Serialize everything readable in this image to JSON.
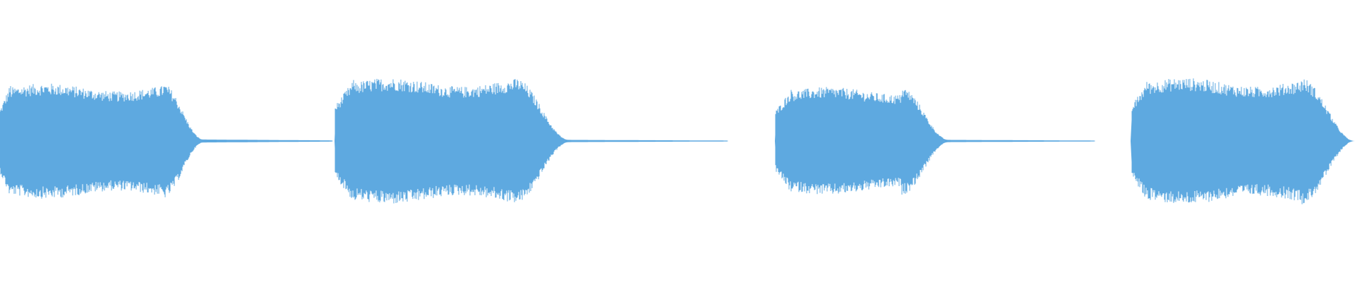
{
  "waveform": {
    "color": "#5ea9e0",
    "background": "#ffffff",
    "duration_fraction_note": null,
    "segments": [
      {
        "start": 0.0,
        "attack": 0.008,
        "sustain_end": 0.12,
        "release_end": 0.15,
        "tail_end": 0.245,
        "peak": 0.62,
        "tail": 0.02
      },
      {
        "start": 0.247,
        "attack": 0.262,
        "sustain_end": 0.38,
        "release_end": 0.42,
        "tail_end": 0.537,
        "peak": 0.68,
        "tail": 0.015
      },
      {
        "start": 0.572,
        "attack": 0.585,
        "sustain_end": 0.665,
        "release_end": 0.7,
        "tail_end": 0.808,
        "peak": 0.58,
        "tail": 0.015
      },
      {
        "start": 0.835,
        "attack": 0.848,
        "sustain_end": 0.96,
        "release_end": 1.0,
        "tail_end": 1.0,
        "peak": 0.68,
        "tail": 0.0
      }
    ]
  }
}
